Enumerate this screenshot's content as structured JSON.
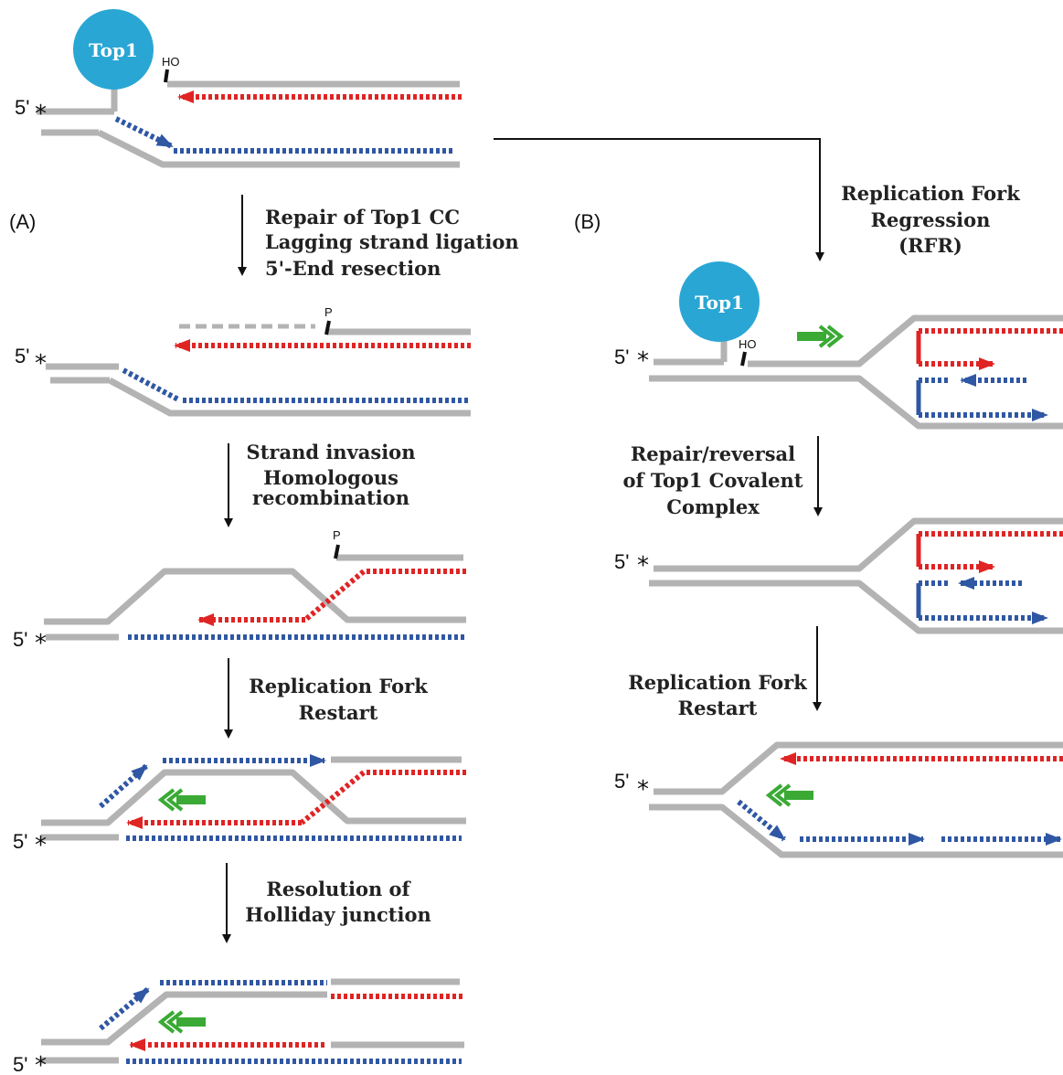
{
  "labels": {
    "panel_a": "(A)",
    "panel_b": "(B)",
    "top1": "Top1",
    "ho": "HO",
    "p": "P",
    "five_prime": "5'",
    "star": "*"
  },
  "steps_a": {
    "s1": [
      "Repair of Top1 CC",
      "Lagging strand ligation",
      "5'-End resection"
    ],
    "s2": [
      "Strand invasion",
      "Homologous",
      "recombination"
    ],
    "s3": [
      "Replication Fork",
      "Restart"
    ],
    "s4": [
      "Resolution of",
      "Holliday junction"
    ]
  },
  "steps_b": {
    "s1": [
      "Replication Fork",
      "Regression",
      "(RFR)"
    ],
    "s2": [
      "Repair/reversal",
      "of Top1 Covalent",
      "Complex"
    ],
    "s3": [
      "Replication Fork",
      "Restart"
    ]
  },
  "colors": {
    "dna": "#b3b3b3",
    "leading": "#e02424",
    "lagging": "#2f57a3",
    "top1": "#29a6d4",
    "motion": "#3aaa35"
  }
}
